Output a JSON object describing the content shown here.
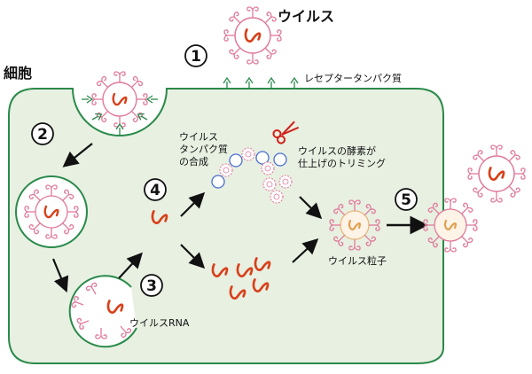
{
  "labels": {
    "virus": "ウイルス",
    "cell": "細胞",
    "receptor": "レセプタータンパク質",
    "protein_synthesis": [
      "ウイルス",
      "タンパク質",
      "の合成"
    ],
    "enzyme_trimming": [
      "ウイルスの酵素が",
      "仕上げのトリミング"
    ],
    "virus_particle": "ウイルス粒子",
    "virus_rna": "ウイルスRNA"
  },
  "steps": [
    "1",
    "2",
    "3",
    "4",
    "5"
  ],
  "colors": {
    "cell_fill": "#e8f0e2",
    "cell_border": "#2a8a4a",
    "virus_spike": "#e07a9a",
    "rna": "#d8401a",
    "protein_blue": "#4a6fd0",
    "scissors": "#d0201a"
  }
}
